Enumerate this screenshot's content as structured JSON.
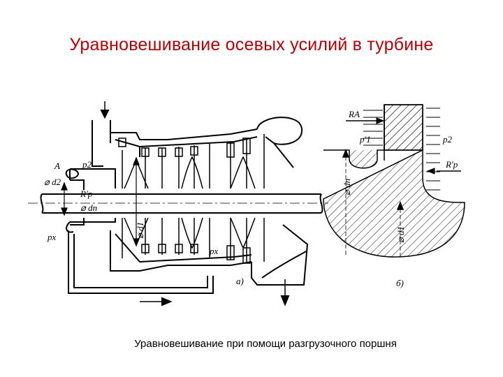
{
  "title": "Уравновешивание осевых усилий в турбине",
  "caption": "Уравновешивание при помощи разгрузочного поршня",
  "diagram_a": {
    "panel_label": "а)",
    "labels": {
      "A": "A",
      "p2": "p2",
      "d2": "d2",
      "Rp": "R'p",
      "dn": "dn",
      "d1": "d1",
      "px_left": "px",
      "px_mid": "px"
    }
  },
  "diagram_b": {
    "panel_label": "б)",
    "labels": {
      "RA": "RA",
      "p1": "p'1",
      "p2": "p2",
      "Rp": "R'p",
      "dn": "dn",
      "d1": "d1"
    }
  }
}
